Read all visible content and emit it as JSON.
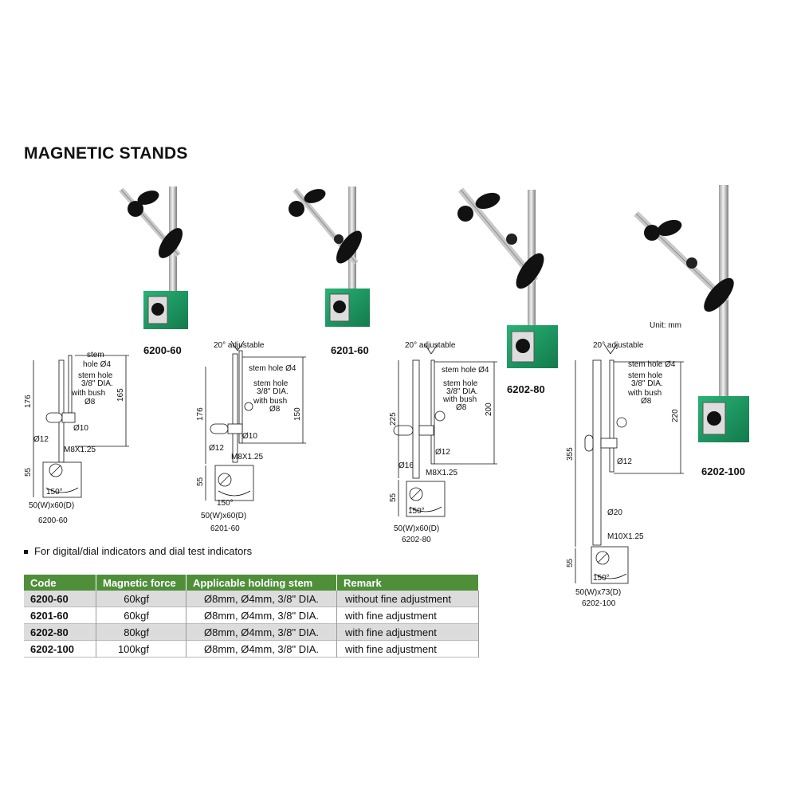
{
  "title": "MAGNETIC STANDS",
  "models": {
    "m1": "6200-60",
    "m2": "6201-60",
    "m3": "6202-80",
    "m4": "6202-100"
  },
  "unit": "Unit: mm",
  "bullet": "For digital/dial indicators and dial test indicators",
  "drawings": {
    "d1": {
      "stem_hole": "stem",
      "stem_hole2": "hole Ø4",
      "stem_hole3": "stem  hole",
      "stem_hole4": "3/8\" DIA.",
      "bush": "with bush",
      "bush_d": "Ø8",
      "h_total": "176",
      "h_arm": "165",
      "d10": "Ø10",
      "d12": "Ø12",
      "thread": "M8X1.25",
      "base_h": "55",
      "angle": "150°",
      "base_size": "50(W)x60(D)",
      "caption": "6200-60"
    },
    "d2": {
      "adjust": "20° adjustable",
      "stem_hole": "stem hole Ø4",
      "stem_hole3": "stem  hole",
      "stem_hole4": "3/8\" DIA.",
      "bush": "with bush",
      "bush_d": "Ø8",
      "h_total": "176",
      "h_arm": "150",
      "d10": "Ø10",
      "d12": "Ø12",
      "thread": "M8X1.25",
      "base_h": "55",
      "angle": "150°",
      "base_size": "50(W)x60(D)",
      "caption": "6201-60"
    },
    "d3": {
      "adjust": "20° adjustable",
      "stem_hole": "stem hole Ø4",
      "stem_hole3": "stem  hole",
      "stem_hole4": "3/8\" DIA.",
      "bush": "with bush",
      "bush_d": "Ø8",
      "h_total": "225",
      "h_arm": "200",
      "d12": "Ø12",
      "d16": "Ø16",
      "thread": "M8X1.25",
      "base_h": "55",
      "angle": "150°",
      "base_size": "50(W)x60(D)",
      "caption": "6202-80"
    },
    "d4": {
      "adjust": "20° adjustable",
      "stem_hole": "stem hole Ø4",
      "stem_hole3": "stem  hole",
      "stem_hole4": "3/8\" DIA.",
      "bush": "with bush",
      "bush_d": "Ø8",
      "h_total": "355",
      "h_arm": "220",
      "d12": "Ø12",
      "d20": "Ø20",
      "thread": "M10X1.25",
      "base_h": "55",
      "angle": "150°",
      "base_size": "50(W)x73(D)",
      "caption": "6202-100"
    }
  },
  "table": {
    "headers": [
      "Code",
      "Magnetic force",
      "Applicable holding stem",
      "Remark"
    ],
    "rows": [
      {
        "code": "6200-60",
        "force": "60kgf",
        "stem": "Ø8mm, Ø4mm, 3/8\" DIA.",
        "remark": "without fine adjustment"
      },
      {
        "code": "6201-60",
        "force": "60kgf",
        "stem": "Ø8mm, Ø4mm, 3/8\" DIA.",
        "remark": "with fine adjustment"
      },
      {
        "code": "6202-80",
        "force": "80kgf",
        "stem": "Ø8mm, Ø4mm, 3/8\" DIA.",
        "remark": "with fine adjustment"
      },
      {
        "code": "6202-100",
        "force": "100kgf",
        "stem": "Ø8mm, Ø4mm, 3/8\" DIA.",
        "remark": "with fine adjustment"
      }
    ]
  },
  "colors": {
    "base_green": "#1f9a63",
    "table_header": "#4f8f3a",
    "row_shade": "#dcdcdc"
  }
}
